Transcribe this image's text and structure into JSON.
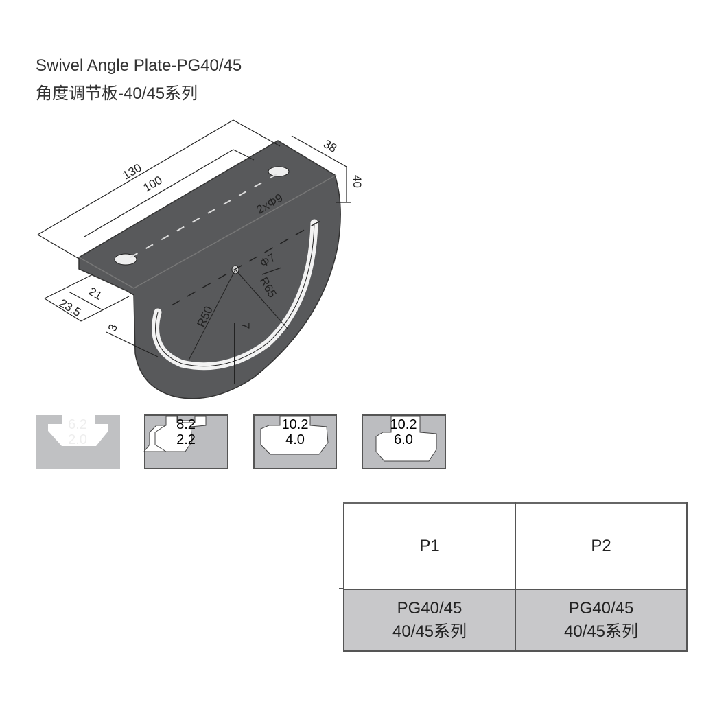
{
  "title": {
    "en": "Swivel Angle Plate-PG40/45",
    "zh": "角度调节板-40/45系列"
  },
  "dimensions": {
    "d130": "130",
    "d100": "100",
    "d38": "38",
    "d40": "40",
    "holes": "2xΦ9",
    "center_hole": "Φ7",
    "r65": "R65",
    "r50": "R50",
    "d21": "21",
    "d23_5": "23.5",
    "d3": "3",
    "d7": "7"
  },
  "profiles": [
    {
      "top": "6.2",
      "bottom": "2.0"
    },
    {
      "top": "8.2",
      "bottom": "2.2"
    },
    {
      "top": "10.2",
      "bottom": "4.0"
    },
    {
      "top": "10.2",
      "bottom": "6.0"
    }
  ],
  "table": {
    "headers": [
      "P1",
      "P2"
    ],
    "rows": [
      [
        {
          "line1": "PG40/45",
          "line2": "40/45系列"
        },
        {
          "line1": "PG40/45",
          "line2": "40/45系列"
        }
      ]
    ]
  },
  "colors": {
    "plate": "#58595b",
    "profile_light": "#c0c1c3",
    "profile": "#bcbdc0",
    "cell": "#c8c8ca"
  }
}
